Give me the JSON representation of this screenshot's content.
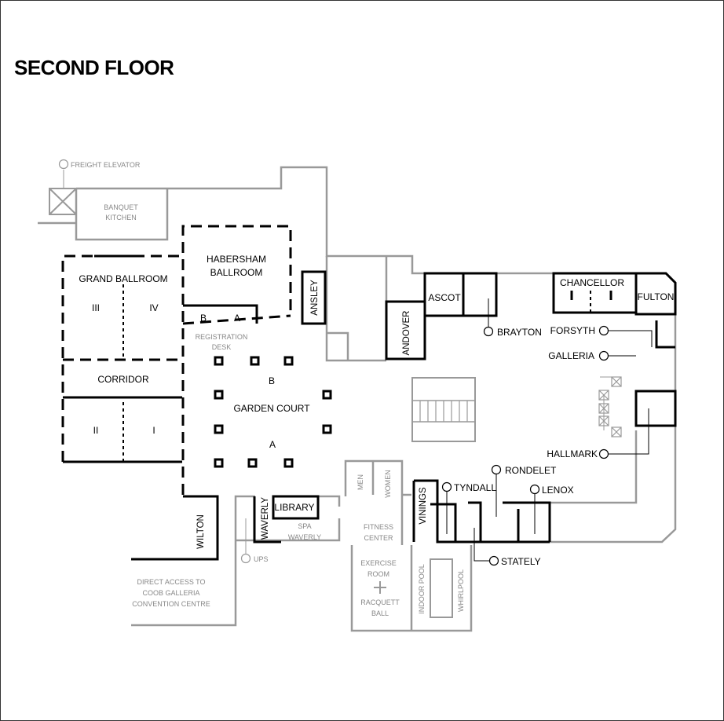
{
  "title": "SECOND FLOOR",
  "labels": {
    "freight_elevator": "FREIGHT ELEVATOR",
    "banquet_kitchen_1": "BANQUET",
    "banquet_kitchen_2": "KITCHEN",
    "habersham_1": "HABERSHAM",
    "habersham_2": "BALLROOM",
    "habersham_b": "B",
    "habersham_a": "A",
    "grand_ballroom": "GRAND BALLROOM",
    "gb_iii": "III",
    "gb_iv": "IV",
    "gb_ii": "II",
    "gb_i": "I",
    "corridor": "CORRIDOR",
    "ansley": "ANSLEY",
    "andover": "ANDOVER",
    "ascot": "ASCOT",
    "brayton": "BRAYTON",
    "chancellor": "CHANCELLOR",
    "fulton": "FULTON",
    "forsyth": "FORSYTH",
    "galleria": "GALLERIA",
    "hallmark": "HALLMARK",
    "registration_1": "REGISTRATION",
    "registration_2": "DESK",
    "garden_court": "GARDEN COURT",
    "gc_b": "B",
    "gc_a": "A",
    "wilton": "WILTON",
    "waverly": "WAVERLY",
    "library": "LIBRARY",
    "spa_1": "SPA",
    "spa_2": "WAVERLY",
    "ups": "UPS",
    "direct_1": "DIRECT ACCESS TO",
    "direct_2": "COOB GALLERIA",
    "direct_3": "CONVENTION CENTRE",
    "men": "MEN",
    "women": "WOMEN",
    "fitness_1": "FITNESS",
    "fitness_2": "CENTER",
    "exercise_1": "EXERCISE",
    "exercise_2": "ROOM",
    "racquet_1": "RACQUETT",
    "racquet_2": "BALL",
    "indoor_pool": "INDOOR POOL",
    "whirlpool": "WHIRLPOOL",
    "vinings": "VININGS",
    "tyndall": "TYNDALL",
    "rondelet": "RONDELET",
    "lenox": "LENOX",
    "stately": "STATELY"
  },
  "colors": {
    "wall_primary": "#000000",
    "wall_secondary": "#999999",
    "label_secondary": "#888888"
  }
}
